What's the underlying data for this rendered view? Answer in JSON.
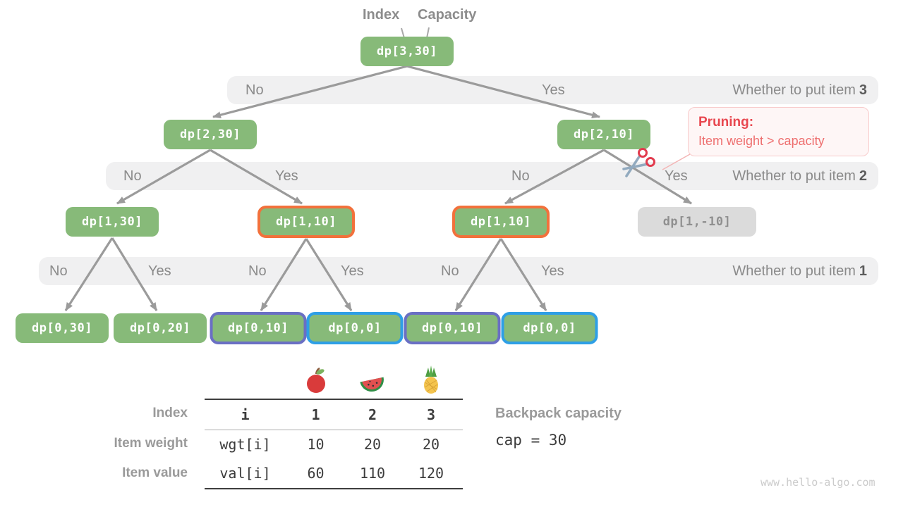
{
  "pointer_labels": {
    "index": "Index",
    "capacity": "Capacity"
  },
  "nodes": {
    "root": "dp[3,30]",
    "level2": [
      "dp[2,30]",
      "dp[2,10]"
    ],
    "level3": [
      "dp[1,30]",
      "dp[1,10]",
      "dp[1,10]",
      "dp[1,-10]"
    ],
    "level4": [
      "dp[0,30]",
      "dp[0,20]",
      "dp[0,10]",
      "dp[0,0]",
      "dp[0,10]",
      "dp[0,0]"
    ]
  },
  "bands": [
    {
      "labels": [
        "No",
        "Yes"
      ],
      "question": "Whether to put item",
      "item": "3"
    },
    {
      "labels": [
        "No",
        "Yes",
        "No",
        "Yes"
      ],
      "question": "Whether to put item",
      "item": "2"
    },
    {
      "labels": [
        "No",
        "Yes",
        "No",
        "Yes",
        "No",
        "Yes"
      ],
      "question": "Whether to put item",
      "item": "1"
    }
  ],
  "pruning": {
    "title": "Pruning",
    "colon": ":",
    "body": "Item weight > capacity"
  },
  "table": {
    "row_headers": [
      "Index",
      "Item weight",
      "Item value"
    ],
    "rows": [
      {
        "key": "i",
        "values": [
          "1",
          "2",
          "3"
        ]
      },
      {
        "key": "wgt[i]",
        "values": [
          "10",
          "20",
          "20"
        ]
      },
      {
        "key": "val[i]",
        "values": [
          "60",
          "110",
          "120"
        ]
      }
    ]
  },
  "capacity": {
    "label": "Backpack capacity",
    "value": "cap = 30"
  },
  "watermark": "www.hello-algo.com",
  "colors": {
    "node_green": "#87ba79",
    "node_gray": "#dbdbdb",
    "orange_border": "#f2713c",
    "purple_border": "#6a6fc4",
    "blue_border": "#2e9fe6",
    "pruning_red": "#e8474f",
    "edge_gray": "#9b9b9b",
    "band_bg": "#f0f0f1"
  }
}
